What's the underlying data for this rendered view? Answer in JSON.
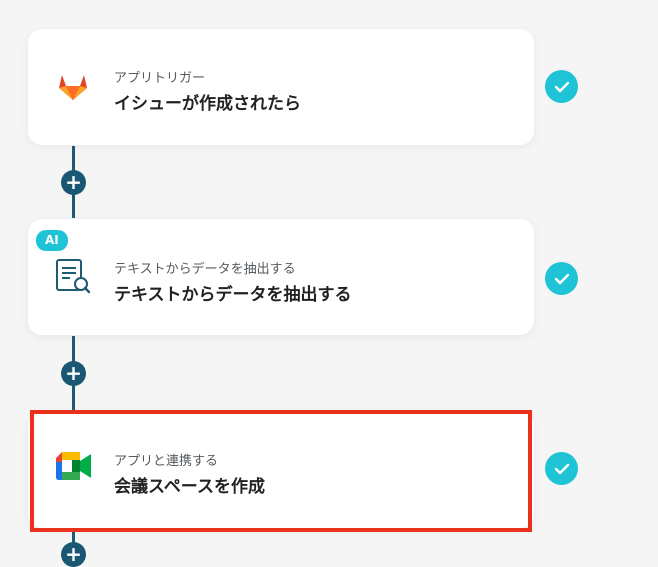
{
  "flow": {
    "steps": [
      {
        "subtitle": "アプリトリガー",
        "title": "イシューが作成されたら",
        "icon": "gitlab-icon",
        "status": "completed"
      },
      {
        "subtitle": "テキストからデータを抽出する",
        "title": "テキストからデータを抽出する",
        "icon": "document-search-icon",
        "badge": "AI",
        "status": "completed"
      },
      {
        "subtitle": "アプリと連携する",
        "title": "会議スペースを作成",
        "icon": "google-meet-icon",
        "status": "completed",
        "selected": true
      }
    ],
    "add_step_symbol": "+"
  },
  "colors": {
    "rail": "#1f5a73",
    "check": "#1ec4d6",
    "highlight": "#e8321c",
    "card_bg": "#ffffff",
    "page_bg": "#f5f5f6"
  }
}
